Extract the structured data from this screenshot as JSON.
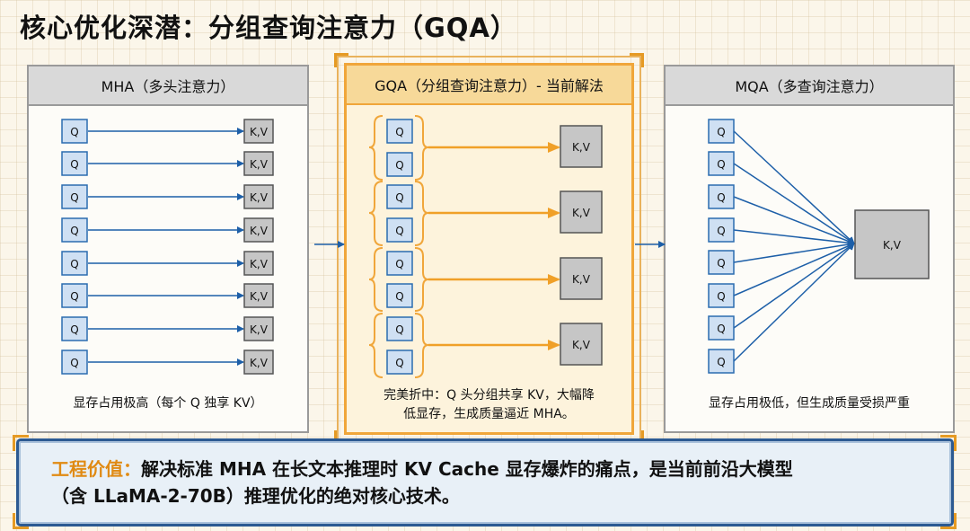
{
  "title": "核心优化深潜：分组查询注意力（GQA）",
  "panels": {
    "mha": {
      "header": "MHA（多头注意力）",
      "q_label": "Q",
      "kv_label": "K,V",
      "caption": "显存占用极高（每个 Q 独享 KV）"
    },
    "gqa": {
      "header": "GQA（分组查询注意力）- 当前解法",
      "q_label": "Q",
      "kv_label": "K,V",
      "caption_line1": "完美折中：Q 头分组共享 KV，大幅降",
      "caption_line2": "低显存，生成质量逼近 MHA。"
    },
    "mqa": {
      "header": "MQA（多查询注意力）",
      "q_label": "Q",
      "kv_label": "K,V",
      "caption": "显存占用极低，但生成质量受损严重"
    }
  },
  "bottom": {
    "label": "工程价值：",
    "text_line1": "解决标准 MHA 在长文本推理时 KV Cache 显存爆炸的痛点，是当前前沿大模型",
    "text_line2": "（含 LLaMA-2-70B）推理优化的绝对核心技术。"
  },
  "colors": {
    "background": "#fbf6ea",
    "q_box_fill": "#cfe0f3",
    "q_box_border": "#2b6cb0",
    "kv_box_fill": "#c6c6c6",
    "mha_mqa_arrow": "#1d5fa8",
    "gqa_arrow": "#f0a028",
    "gqa_accent": "#f0a63a",
    "bottom_border": "#2c5a92",
    "bottom_label": "#e08a13"
  }
}
